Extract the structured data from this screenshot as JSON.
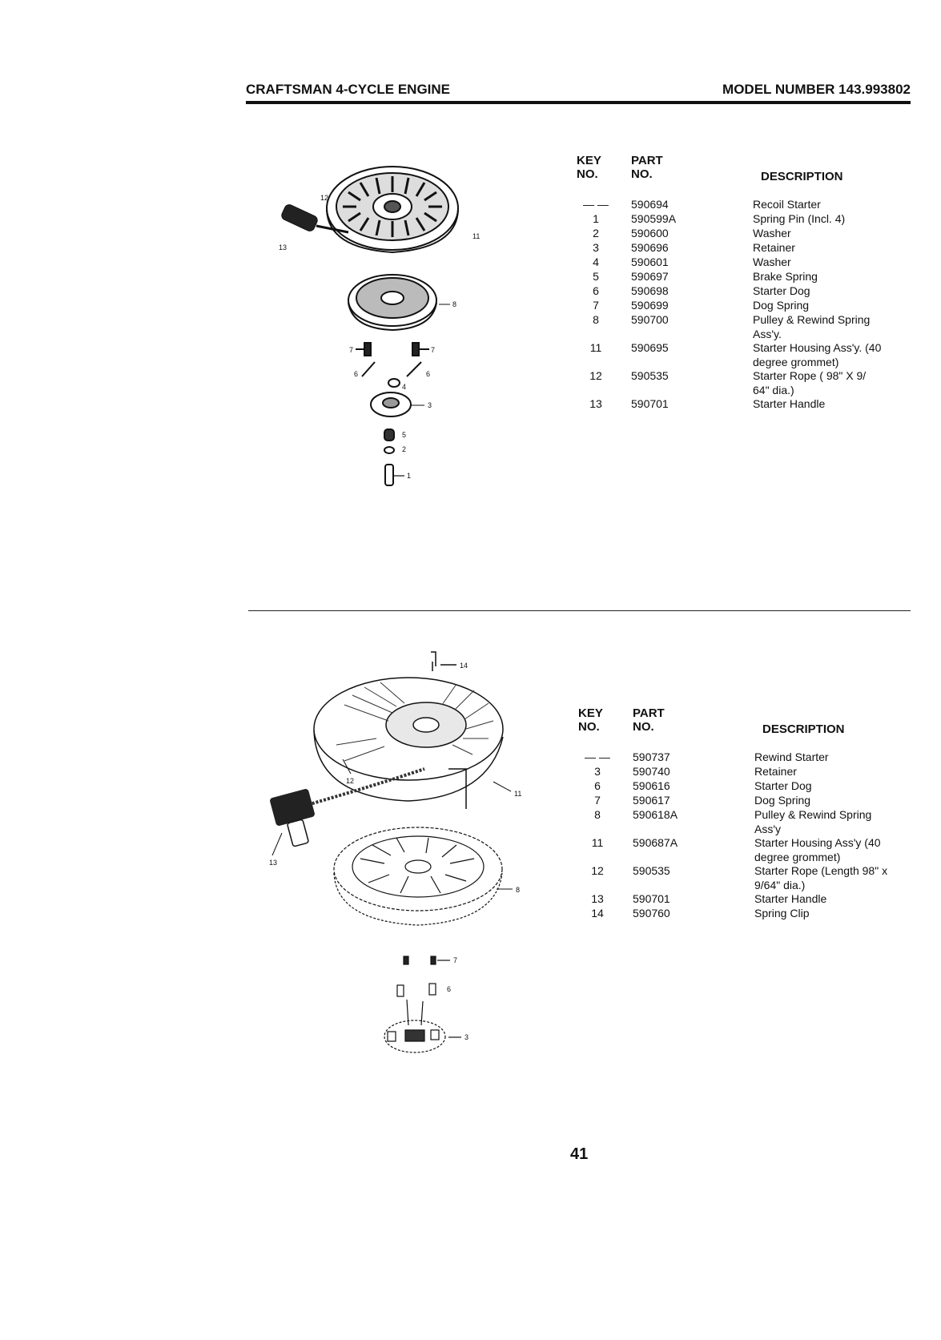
{
  "header": {
    "left": "CRAFTSMAN 4-CYCLE ENGINE",
    "right": "MODEL NUMBER 143.993802"
  },
  "table1": {
    "head_key": [
      "KEY",
      "NO."
    ],
    "head_part": [
      "PART",
      "NO."
    ],
    "head_desc": "DESCRIPTION",
    "rows": [
      {
        "key": "— —",
        "part": "590694",
        "desc": "Recoil Starter"
      },
      {
        "key": "1",
        "part": "590599A",
        "desc": "Spring Pin (Incl. 4)"
      },
      {
        "key": "2",
        "part": "590600",
        "desc": "Washer"
      },
      {
        "key": "3",
        "part": "590696",
        "desc": "Retainer"
      },
      {
        "key": "4",
        "part": "590601",
        "desc": "Washer"
      },
      {
        "key": "5",
        "part": "590697",
        "desc": "Brake Spring"
      },
      {
        "key": "6",
        "part": "590698",
        "desc": "Starter Dog"
      },
      {
        "key": "7",
        "part": "590699",
        "desc": "Dog Spring"
      },
      {
        "key": "8",
        "part": "590700",
        "desc": "Pulley & Rewind Spring Ass'y."
      },
      {
        "key": "11",
        "part": "590695",
        "desc": "Starter Housing Ass'y. (40 degree grommet)"
      },
      {
        "key": "12",
        "part": "590535",
        "desc": "Starter Rope ( 98\" X 9/ 64\" dia.)"
      },
      {
        "key": "13",
        "part": "590701",
        "desc": "Starter Handle"
      }
    ]
  },
  "table2": {
    "head_key": [
      "KEY",
      "NO."
    ],
    "head_part": [
      "PART",
      "NO."
    ],
    "head_desc": "DESCRIPTION",
    "rows": [
      {
        "key": "— —",
        "part": "590737",
        "desc": "Rewind Starter"
      },
      {
        "key": "3",
        "part": "590740",
        "desc": "Retainer"
      },
      {
        "key": "6",
        "part": "590616",
        "desc": "Starter Dog"
      },
      {
        "key": "7",
        "part": "590617",
        "desc": "Dog Spring"
      },
      {
        "key": "8",
        "part": "590618A",
        "desc": "Pulley & Rewind Spring Ass'y"
      },
      {
        "key": "11",
        "part": "590687A",
        "desc": "Starter Housing Ass'y (40 degree grommet)"
      },
      {
        "key": "12",
        "part": "590535",
        "desc": "Starter Rope (Length 98\" x 9/64\" dia.)"
      },
      {
        "key": "13",
        "part": "590701",
        "desc": "Starter Handle"
      },
      {
        "key": "14",
        "part": "590760",
        "desc": "Spring Clip"
      }
    ]
  },
  "diagram1_callouts": [
    "12",
    "13",
    "11",
    "8",
    "7",
    "7",
    "6",
    "6",
    "4",
    "3",
    "5",
    "2",
    "1"
  ],
  "diagram2_callouts": [
    "14",
    "11",
    "12",
    "13",
    "8",
    "7",
    "6",
    "3"
  ],
  "page_number": "41"
}
